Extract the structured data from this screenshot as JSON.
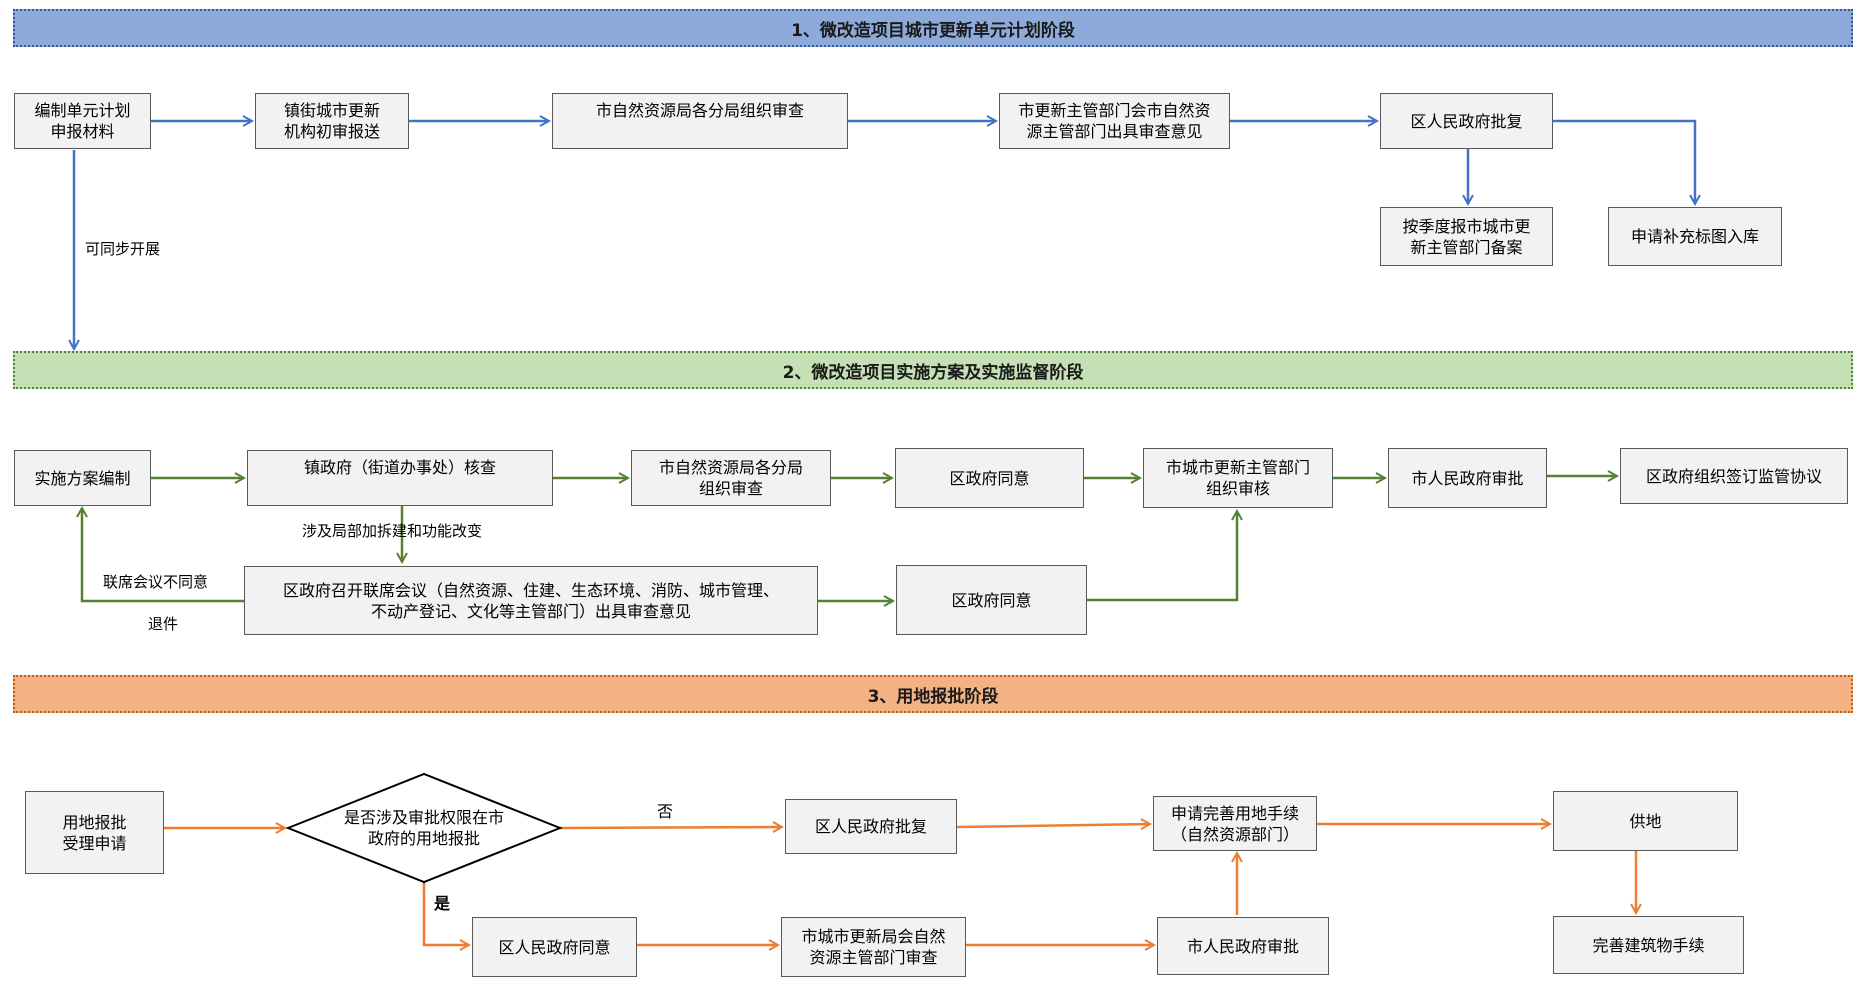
{
  "stages": {
    "s1": "1、微改造项目城市更新单元计划阶段",
    "s2": "2、微改造项目实施方案及实施监督阶段",
    "s3": "3、用地报批阶段"
  },
  "s1": {
    "compile": "编制单元计划\n申报材料",
    "town_review": "镇街城市更新\n机构初审报送",
    "city_nr_review": "市自然资源局各分局组织审查",
    "opinion": "市更新主管部门会市自然资\n源主管部门出具审查意见",
    "district_approve": "区人民政府批复",
    "quarterly": "按季度报市城市更\n新主管部门备案",
    "supplement": "申请补充标图入库",
    "sync_label": "可同步开展"
  },
  "s2": {
    "plan": "实施方案编制",
    "town_check": "镇政府（街道办事处）核查",
    "city_nr_review": "市自然资源局各分局\n组织审查",
    "district_agree1": "区政府同意",
    "city_renewal_audit": "市城市更新主管部门\n组织审核",
    "city_gov_approve": "市人民政府审批",
    "sign_agreement": "区政府组织签订监管协议",
    "joint_meeting": "区政府召开联席会议（自然资源、住建、生态环境、消防、城市管理、\n不动产登记、文化等主管部门）出具审查意见",
    "district_agree2": "区政府同意",
    "change_label": "涉及局部加拆建和功能改变",
    "disagree_label": "联席会议不同意",
    "return_label": "退件"
  },
  "s3": {
    "apply": "用地报批\n受理申请",
    "decision": "是否涉及审批权限在市\n政府的用地报批",
    "no_label": "否",
    "yes_label": "是",
    "district_approve": "区人民政府批复",
    "perfect": "申请完善用地手续\n（自然资源部门）",
    "supply": "供地",
    "district_agree": "区人民政府同意",
    "renewal_review": "市城市更新局会自然\n资源主管部门审查",
    "city_gov_approve": "市人民政府审批",
    "building": "完善建筑物手续"
  },
  "colors": {
    "blue": "#4472c4",
    "green": "#548235",
    "orange": "#ed7d31"
  }
}
